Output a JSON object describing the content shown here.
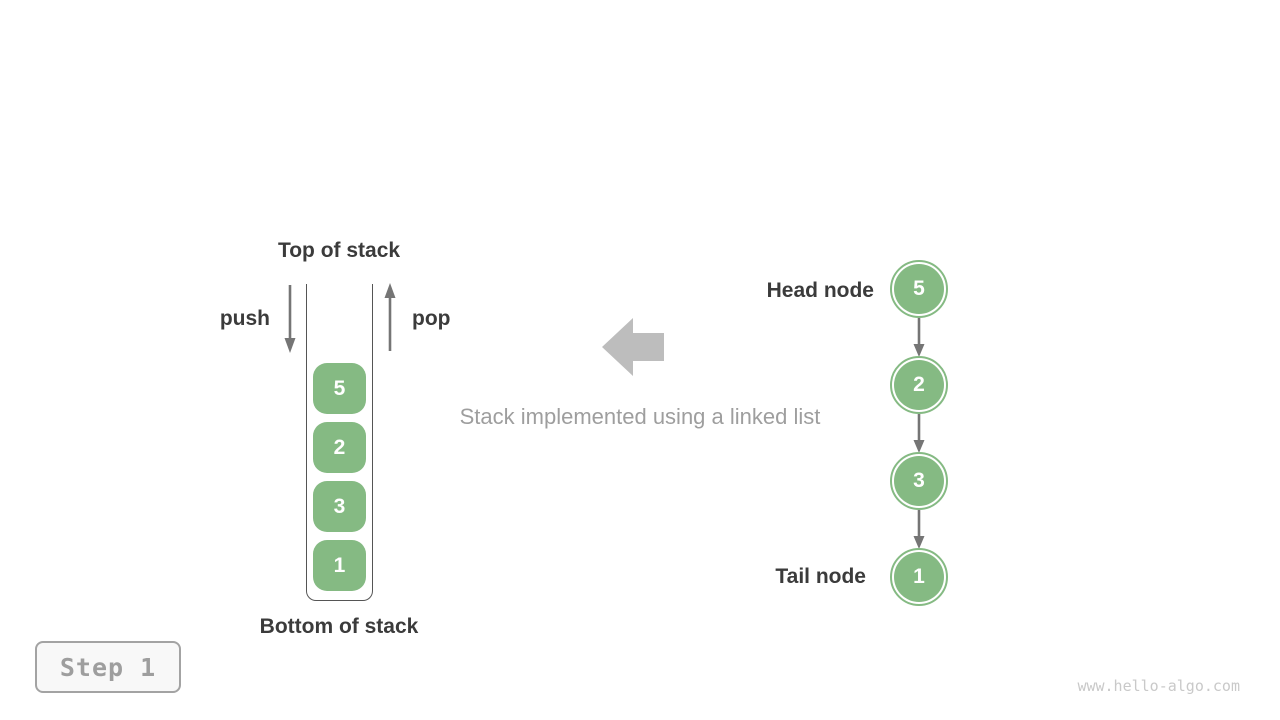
{
  "colors": {
    "green": "#85ba83",
    "dark-text": "#3b3b3b",
    "arrow-gray": "#757575",
    "container-border": "#555555",
    "caption-gray": "#9e9e9e",
    "block-arrow-gray": "#bdbdbd",
    "badge-border": "#a3a3a3",
    "badge-bg": "#f8f8f8",
    "badge-text": "#9e9e9e",
    "watermark-gray": "#c9c9c9"
  },
  "stack": {
    "top_label": "Top of stack",
    "bottom_label": "Bottom of stack",
    "push_label": "push",
    "pop_label": "pop",
    "items": [
      "5",
      "2",
      "3",
      "1"
    ]
  },
  "caption": "Stack implemented using a linked list",
  "linked_list": {
    "head_label": "Head node",
    "tail_label": "Tail node",
    "nodes": [
      "5",
      "2",
      "3",
      "1"
    ]
  },
  "step_badge": "Step 1",
  "watermark": "www.hello-algo.com"
}
